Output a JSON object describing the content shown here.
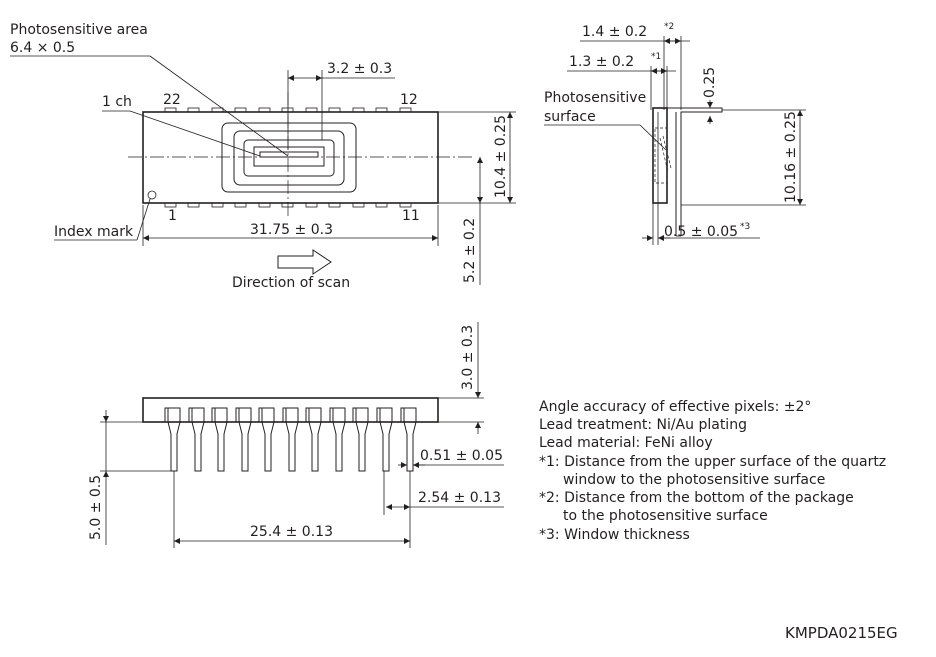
{
  "top_view": {
    "photosensitive_area_label": "Photosensitive area",
    "photosensitive_area_size": "6.4 × 0.5",
    "window_offset_dim": "3.2 ± 0.3",
    "ch1_label": "1 ch",
    "pin_22": "22",
    "pin_12": "12",
    "pin_1": "1",
    "pin_11": "11",
    "index_mark_label": "Index mark",
    "length_dim": "31.75 ± 0.3",
    "width_dim": "10.4 ± 0.25",
    "center_dim": "5.2 ± 0.2",
    "scan_label": "Direction of scan"
  },
  "side_view": {
    "dim_bottom_to_surface": "1.4 ± 0.2",
    "dim_bottom_to_surface_note": "*2",
    "dim_quartz_to_surface": "1.3 ± 0.2",
    "dim_quartz_to_surface_note": "*1",
    "lead_thickness_dim": "0.25",
    "surface_label_line1": "Photosensitive",
    "surface_label_line2": "surface",
    "lead_span_dim": "10.16 ± 0.25",
    "window_thickness_dim": "0.5 ± 0.05",
    "window_thickness_note": "*3"
  },
  "front_view": {
    "package_height_dim": "3.0 ± 0.3",
    "lead_width_dim": "0.51 ± 0.05",
    "lead_pitch_dim": "2.54 ± 0.13",
    "lead_span_dim": "25.4 ± 0.13",
    "lead_length_dim": "5.0 ± 0.5"
  },
  "notes": [
    "Angle accuracy of effective pixels: ±2°",
    "Lead treatment: Ni/Au plating",
    "Lead material: FeNi alloy",
    "*1: Distance from the upper surface of the quartz",
    "window to the photosensitive surface",
    "*2: Distance from the bottom of the package",
    "to the photosensitive surface",
    "*3: Window thickness"
  ],
  "drawing_code": "KMPDA0215EG"
}
